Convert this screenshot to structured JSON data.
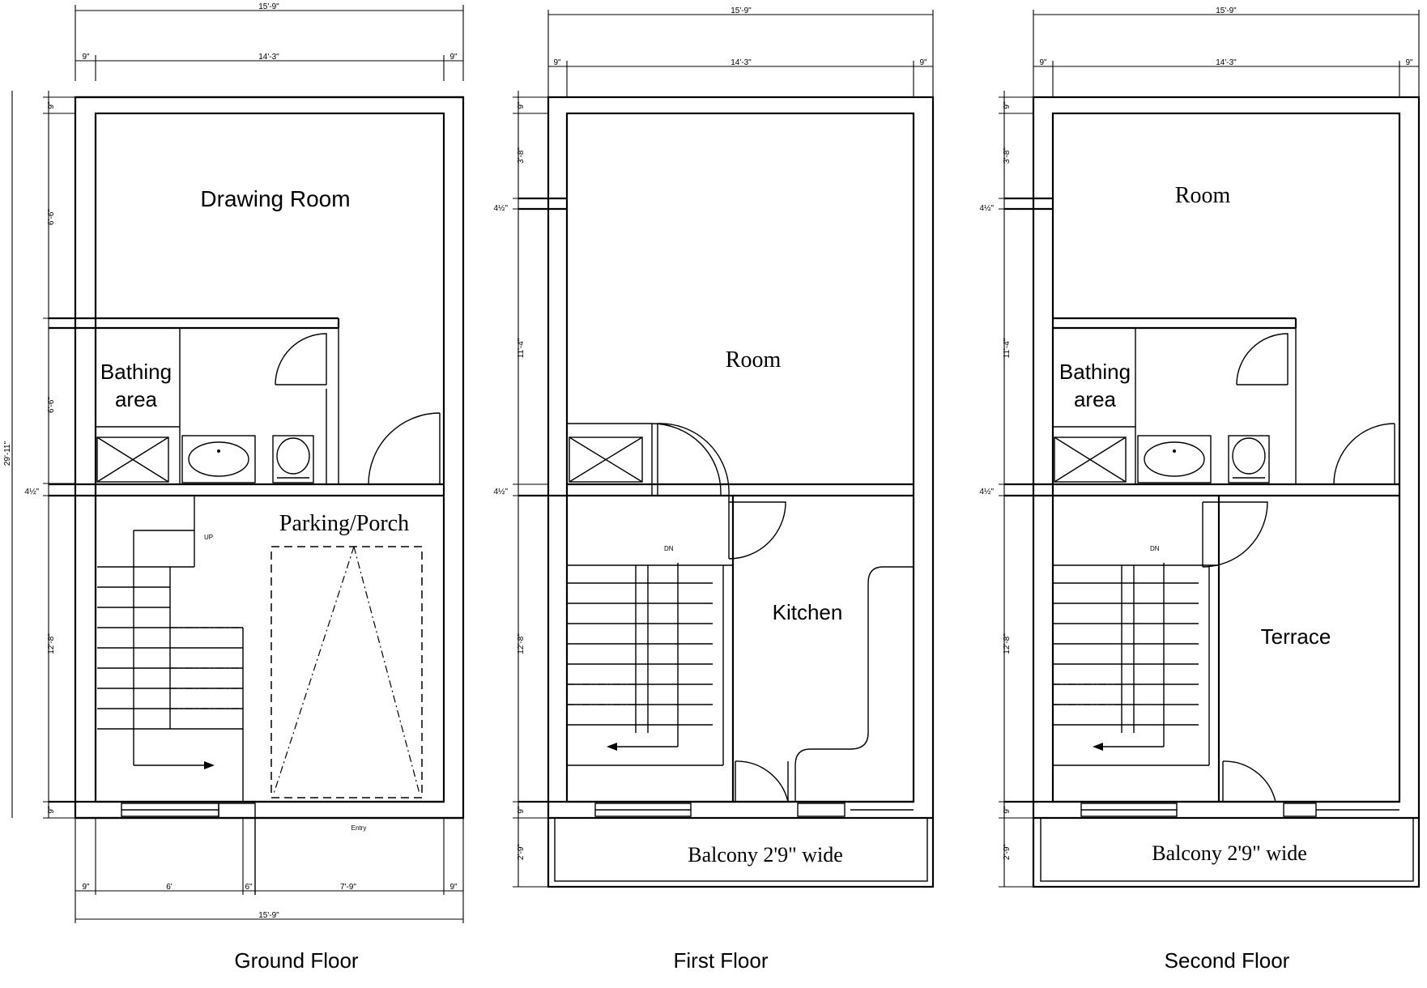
{
  "floors": [
    {
      "caption": "Ground Floor",
      "rooms": {
        "drawing_room": "Drawing Room",
        "bathing_line1": "Bathing",
        "bathing_line2": "area",
        "parking": "Parking/Porch",
        "entry": "Entry",
        "stair_up": "UP"
      },
      "dims": {
        "overall_width": "15'-9\"",
        "inner_width": "14'-3\"",
        "wall": "9\"",
        "overall_depth": "29'-11\"",
        "drawing_depth": "6'-6\"",
        "bath_depth": "6'-6\"",
        "slab": "4½\"",
        "porch_depth": "12'-8\"",
        "bottom_seg1": "6'",
        "bottom_seg2": "6\"",
        "bottom_seg3": "7'-9\""
      }
    },
    {
      "caption": "First Floor",
      "rooms": {
        "room": "Room",
        "kitchen": "Kitchen",
        "balcony": "Balcony 2'9\" wide",
        "stair_dn": "DN"
      },
      "dims": {
        "overall_width": "15'-9\"",
        "inner_width": "14'-3\"",
        "wall": "9\"",
        "top_segment": "3'-8\"",
        "window": "4½\"",
        "room_depth": "11'-4\"",
        "slab": "4½\"",
        "kitchen_depth": "12'-8\"",
        "balcony_depth": "2'-9\""
      }
    },
    {
      "caption": "Second Floor",
      "rooms": {
        "room": "Room",
        "bathing_line1": "Bathing",
        "bathing_line2": "area",
        "terrace": "Terrace",
        "balcony": "Balcony 2'9\" wide",
        "stair_dn": "DN"
      },
      "dims": {
        "overall_width": "15'-9\"",
        "inner_width": "14'-3\"",
        "wall": "9\"",
        "top_segment": "3'-8\"",
        "window": "4½\"",
        "room_depth": "11'-4\"",
        "slab": "4½\"",
        "terrace_depth": "12'-8\"",
        "balcony_depth": "2'-9\""
      }
    }
  ]
}
